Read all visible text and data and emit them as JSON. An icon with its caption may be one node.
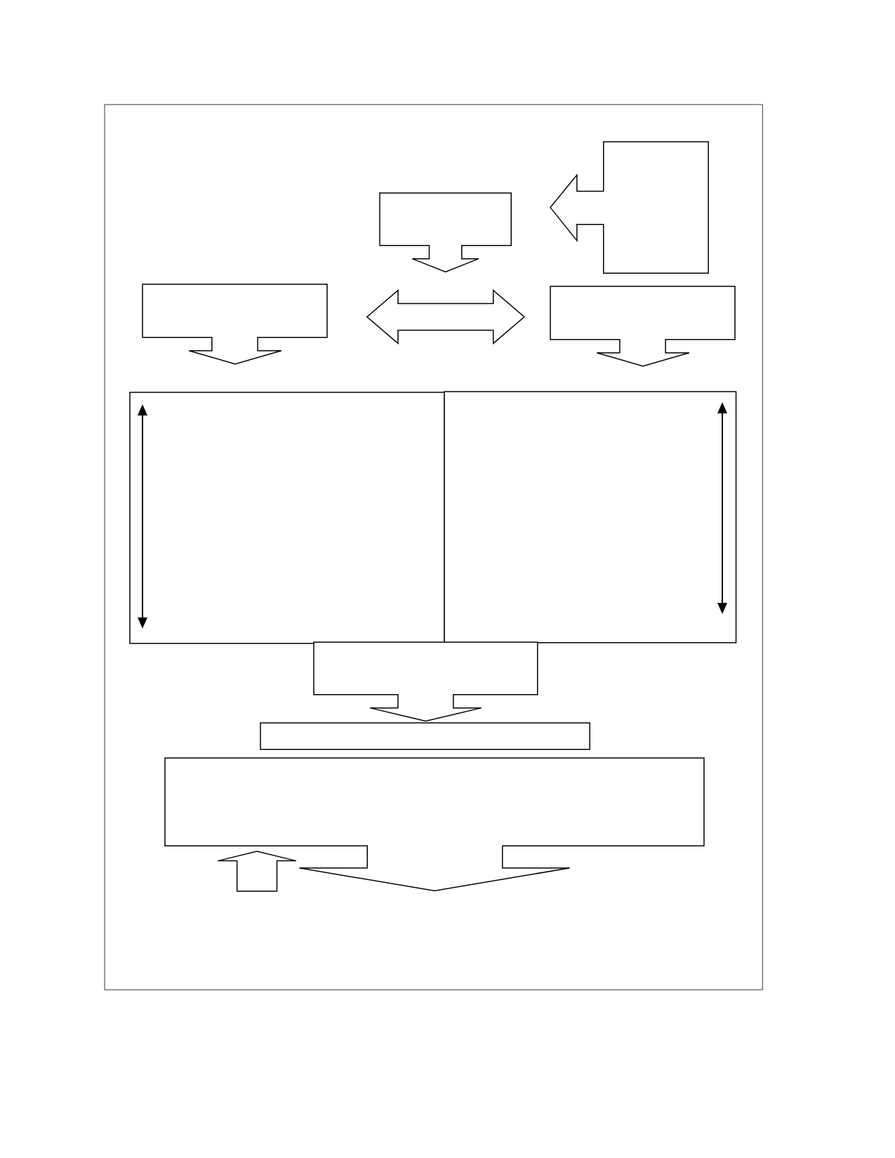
{
  "diagram": {
    "nodes": [
      {
        "text": [],
        "shape": "box"
      },
      {
        "text": [],
        "shape": "callout",
        "in": 0
      },
      {
        "text": [],
        "shape": "callout",
        "in": 0
      },
      {
        "text": [],
        "shape": "callout",
        "in": 0
      },
      {
        "text": [],
        "shape": "callout",
        "in": 0
      },
      {
        "text": [],
        "shape": "box",
        "in": 0
      },
      {
        "text": [],
        "shape": "box",
        "in": 0
      },
      {
        "text": [],
        "shape": "callout",
        "in": 0
      },
      {
        "text": [],
        "shape": "bar",
        "in": 0
      },
      {
        "text": [],
        "shape": "callout",
        "in": 0
      }
    ],
    "edges": [
      {
        "from": 3,
        "to": 4,
        "arrow": "both"
      }
    ]
  }
}
